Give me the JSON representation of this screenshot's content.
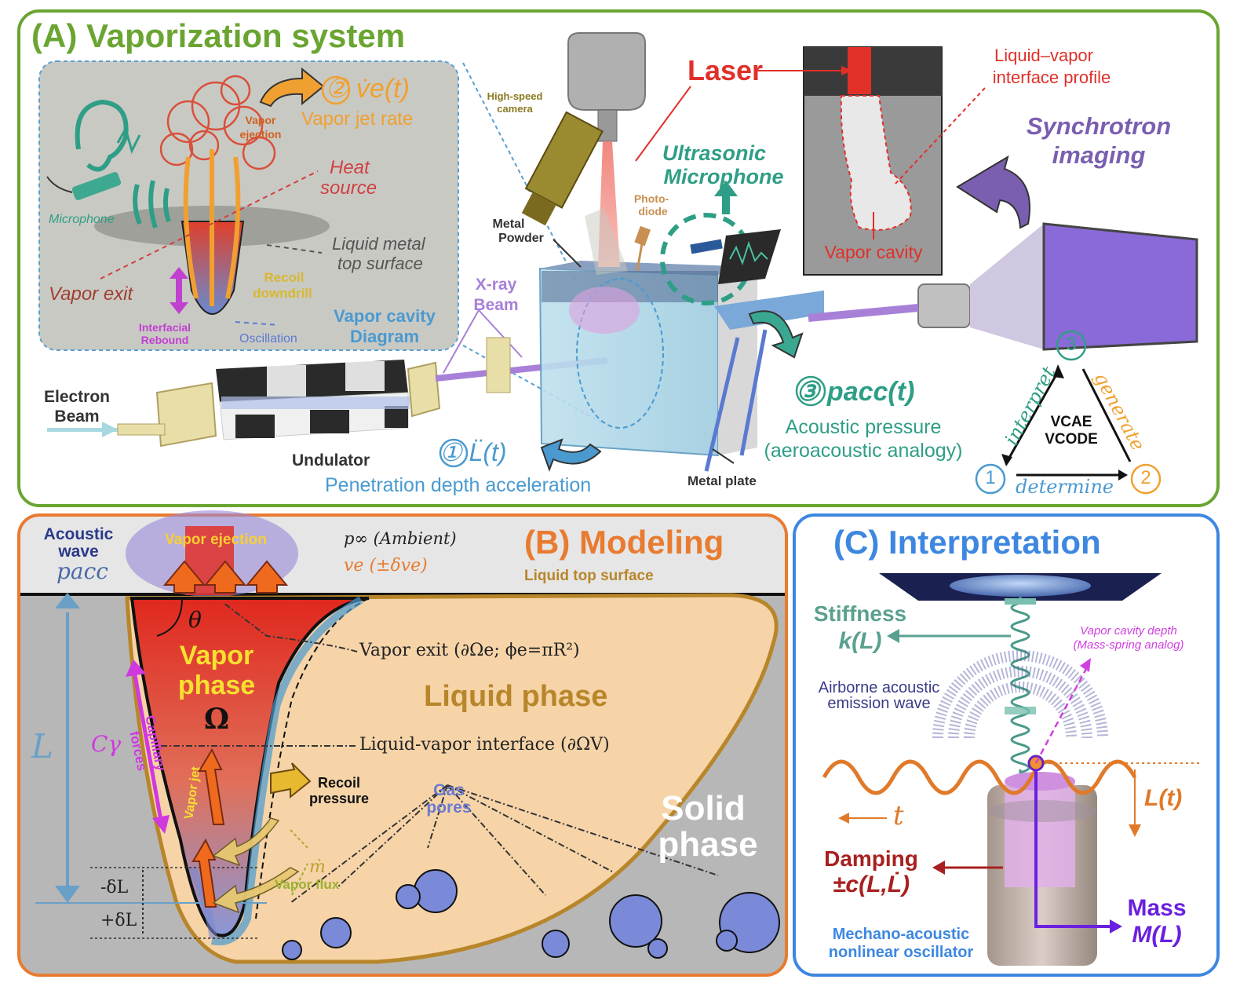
{
  "colors": {
    "panel_a": "#6aa532",
    "panel_b": "#e87b30",
    "panel_c": "#3d87e0",
    "vapor_orange": "#f0a030",
    "acoustic_teal": "#2f9e86",
    "depth_blue": "#4a9ad0",
    "laser_red": "#e0302a",
    "synchro_purple": "#7a5fb0",
    "liquid_gold": "#b8862a"
  },
  "panel_a": {
    "title": "(A) Vaporization system",
    "inset": {
      "vapor_jet_rate_sym": "② v̇e(t)",
      "vapor_jet_rate": "Vapor jet rate",
      "vapor_ejection": [
        "Vapor",
        "ejection"
      ],
      "heat_source": [
        "Heat",
        "source"
      ],
      "microphone": "Microphone",
      "liquid_metal": [
        "Liquid metal",
        "top surface"
      ],
      "vapor_exit": "Vapor exit",
      "recoil": [
        "Recoil",
        "downdrill"
      ],
      "interfacial": [
        "Interfacial",
        "Rebound"
      ],
      "oscillation": "Oscillation",
      "diagram_title": [
        "Vapor cavity",
        "Diagram"
      ]
    },
    "high_speed_camera": [
      "High-speed",
      "camera"
    ],
    "laser": "Laser",
    "ultrasonic": [
      "Ultrasonic",
      "Microphone"
    ],
    "photodiode": [
      "Photo-",
      "diode"
    ],
    "metal_powder": [
      "Metal",
      "Powder"
    ],
    "xray": [
      "X-ray",
      "Beam"
    ],
    "interface_profile": [
      "Liquid–vapor",
      "interface profile"
    ],
    "vapor_cavity": "Vapor cavity",
    "synchrotron": [
      "Synchrotron",
      "imaging"
    ],
    "electron_beam": [
      "Electron",
      "Beam"
    ],
    "undulator": "Undulator",
    "depth_sym": "① L̈(t)",
    "depth_label": "Penetration depth acceleration",
    "metal_plate": "Metal plate",
    "pacc_sym": "③ pacc(t)",
    "acoustic_pressure": [
      "Acoustic pressure",
      "(aeroacoustic analogy)"
    ],
    "triangle": {
      "center": [
        "VCAE",
        "VCODE"
      ],
      "interpret": "interpret",
      "generate": "generate",
      "determine": "determine",
      "n1": "1",
      "n2": "2",
      "n3": "3"
    }
  },
  "panel_b": {
    "title": "(B) Modeling",
    "acoustic_wave": [
      "Acoustic",
      "wave"
    ],
    "pacc": "pacc",
    "vapor_ejection": "Vapor ejection",
    "ambient": "p∞ (Ambient)",
    "ve": "ve (±δve)",
    "liquid_top": "Liquid top surface",
    "theta": "θ",
    "vapor_phase": [
      "Vapor",
      "phase",
      "Ω"
    ],
    "vapor_exit": "Vapor exit (∂Ωe; ϕe=πR²)",
    "liquid_phase": "Liquid phase",
    "L": "L",
    "cgamma": "Cγ",
    "capillary": [
      "Capillary",
      "forces"
    ],
    "vapor_jet": "Vapor jet",
    "interface": "Liquid-vapor interface (∂ΩV)",
    "recoil": [
      "Recoil",
      "pressure"
    ],
    "gas_pores": [
      "Gas",
      "pores"
    ],
    "solid_phase": [
      "Solid",
      "phase"
    ],
    "mdot": "ṁ",
    "vapor_flux": "Vapor flux",
    "minus_dl": "-δL",
    "plus_dl": "+δL"
  },
  "panel_c": {
    "title": "(C) Interpretation",
    "stiffness": [
      "Stiffness",
      "k(L)"
    ],
    "cavity_depth": [
      "Vapor cavity depth",
      "(Mass-spring analog)"
    ],
    "airborne": [
      "Airborne acoustic",
      "emission wave"
    ],
    "Lt": "L(t)",
    "t": "t",
    "damping": [
      "Damping",
      "±c(L,L̇)"
    ],
    "mass": [
      "Mass",
      "M(L)"
    ],
    "oscillator": [
      "Mechano-acoustic",
      "nonlinear oscillator"
    ]
  }
}
